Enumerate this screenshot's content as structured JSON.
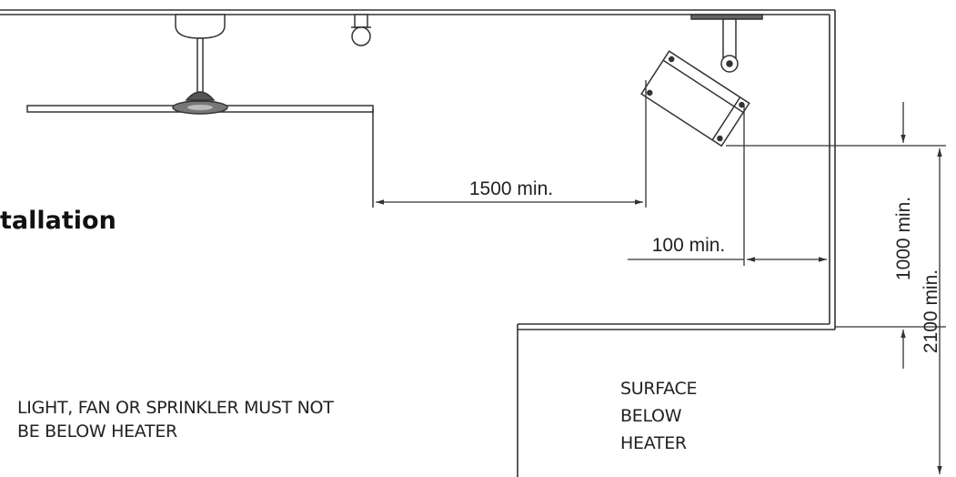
{
  "heading": {
    "text": "tallation"
  },
  "dimensions": {
    "fan_clearance": "1500 min.",
    "wall_clearance": "100 min.",
    "surface_clearance": "1000 min.",
    "floor_clearance": "2100 min."
  },
  "notes": {
    "warning_line1": "LIGHT, FAN OR SPRINKLER MUST NOT",
    "warning_line2": "BE BELOW HEATER",
    "surface_line1": "SURFACE",
    "surface_line2": "BELOW",
    "surface_line3": "HEATER"
  },
  "colors": {
    "line": "#333333",
    "background": "#ffffff"
  }
}
